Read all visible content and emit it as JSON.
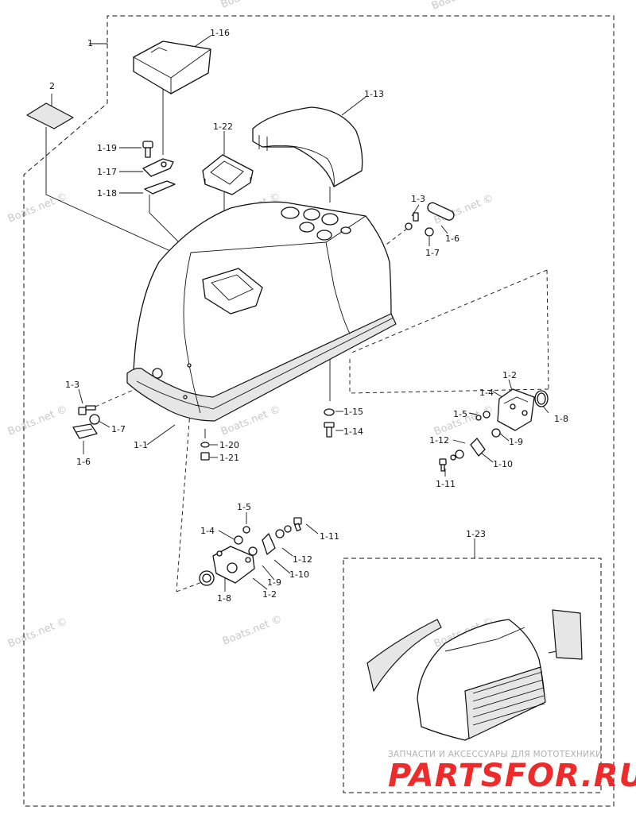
{
  "callouts": {
    "c1": "1",
    "c2": "2",
    "c1_16": "1-16",
    "c1_13": "1-13",
    "c1_22": "1-22",
    "c1_19": "1-19",
    "c1_17": "1-17",
    "c1_18": "1-18",
    "c1_3a": "1-3",
    "c1_6a": "1-6",
    "c1_7a": "1-7",
    "c1_2a": "1-2",
    "c1_4a": "1-4",
    "c1_5a": "1-5",
    "c1_8a": "1-8",
    "c1_12a": "1-12",
    "c1_9a": "1-9",
    "c1_10a": "1-10",
    "c1_11a": "1-11",
    "c1_15": "1-15",
    "c1_14": "1-14",
    "c1_3b": "1-3",
    "c1_7b": "1-7",
    "c1_6b": "1-6",
    "c1_1": "1-1",
    "c1_20": "1-20",
    "c1_21": "1-21",
    "c1_5b": "1-5",
    "c1_4b": "1-4",
    "c1_11b": "1-11",
    "c1_12b": "1-12",
    "c1_9b": "1-9",
    "c1_10b": "1-10",
    "c1_8b": "1-8",
    "c1_2b": "1-2",
    "c1_23": "1-23"
  },
  "watermark": "Boats.net ©",
  "banner": {
    "tagline": "ЗАПЧАСТИ И АКСЕССУАРЫ ДЛЯ МОТОТЕХНИКИ",
    "logo": "PARTSFOR.RU"
  },
  "colors": {
    "line": "#111111",
    "watermark": "#c9c9c9",
    "logo": "#ee2b2b"
  }
}
